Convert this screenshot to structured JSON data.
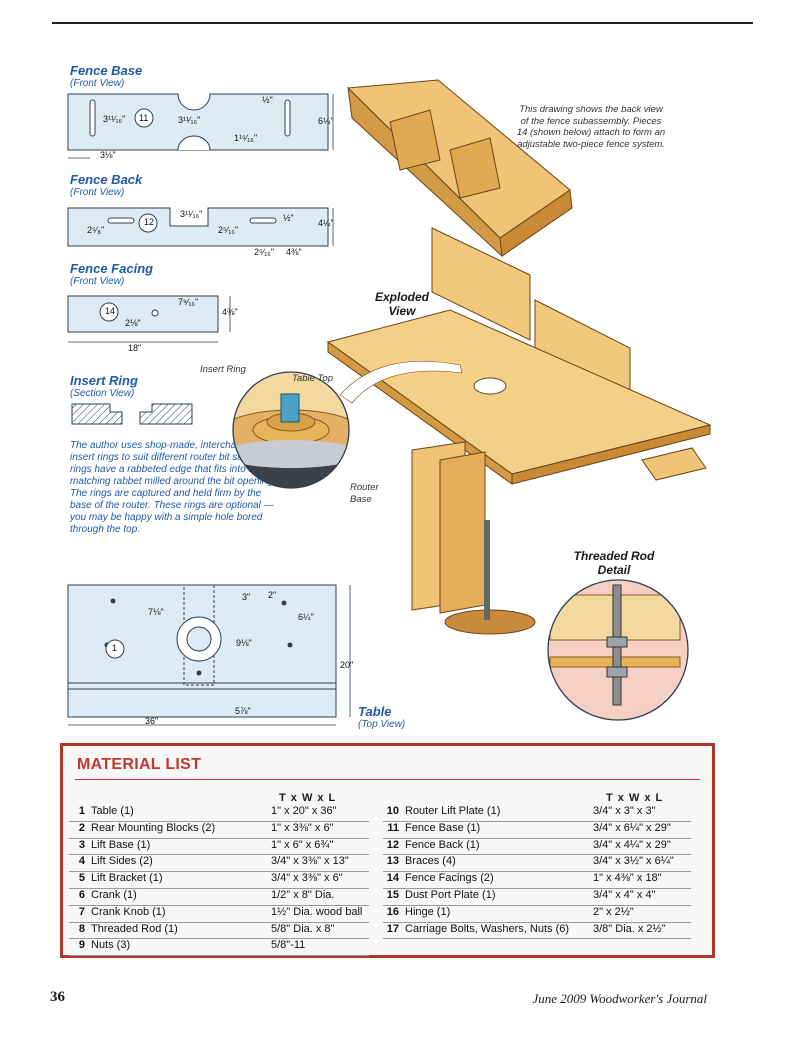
{
  "header": {
    "page_number": "36",
    "issue": "June 2009  Woodworker's Journal"
  },
  "diagrams": {
    "fence_base": {
      "title": "Fence Base",
      "view": "(Front View)",
      "dims": [
        "3¹¹⁄₁₆\"",
        "3¹¹⁄₁₆\"",
        "½\"",
        "6¼\"",
        "1¹⁵⁄₁₆\"",
        "3⅛\""
      ],
      "part": "11"
    },
    "fence_back": {
      "title": "Fence Back",
      "view": "(Front View)",
      "dims": [
        "3¹¹⁄₁₆\"",
        "½\"",
        "4¼\"",
        "2⁵⁄₈\"",
        "2⁵⁄₁₆\"",
        "2⁵⁄₁₆\"",
        "4⅜\""
      ],
      "part": "12"
    },
    "fence_facing": {
      "title": "Fence Facing",
      "view": "(Front View)",
      "dims": [
        "7⁹⁄₁₆\"",
        "4⅜\"",
        "2⅛\"",
        "18\""
      ],
      "part": "14"
    },
    "insert_ring": {
      "title": "Insert Ring",
      "view": "(Section View)",
      "caption": "The author uses shop-made, interchangeable insert rings to suit different router bit sizes. The rings have a rabbeted edge that fits into a matching rabbet milled around the bit opening. The rings are captured and held firm by the base of the router. These rings are optional — you may be happy with a simple hole bored through the top.",
      "callouts": {
        "insert_ring": "Insert Ring",
        "table_top": "Table Top",
        "router_base": "Router Base"
      }
    },
    "table": {
      "title": "Table",
      "view": "(Top View)",
      "dims": [
        "3\"",
        "2\"",
        "6¼\"",
        "7⅛\"",
        "9⅛\"",
        "20\"",
        "5⅞\"",
        "36\""
      ],
      "part": "1"
    },
    "exploded": {
      "title": "Exploded View",
      "caption": "This drawing shows the back view of the fence subassembly. Pieces 14 (shown below) attach to form an adjustable two-piece fence system.",
      "detail_title": "Threaded Rod Detail"
    }
  },
  "material_list": {
    "title": "MATERIAL LIST",
    "col_header": "T x W x L",
    "rows": [
      {
        "num": "1",
        "part": "Table (1)",
        "dims": "1\" x 20\" x 36\""
      },
      {
        "num": "2",
        "part": "Rear Mounting Blocks (2)",
        "dims": "1\" x 3⅜\" x 6\""
      },
      {
        "num": "3",
        "part": "Lift Base (1)",
        "dims": "1\" x 6\" x 6¾\""
      },
      {
        "num": "4",
        "part": "Lift Sides (2)",
        "dims": "3/4\" x 3⅜\" x 13\""
      },
      {
        "num": "5",
        "part": "Lift Bracket (1)",
        "dims": "3/4\" x 3⅜\" x 6\""
      },
      {
        "num": "6",
        "part": "Crank (1)",
        "dims": "1/2\" x 8\" Dia."
      },
      {
        "num": "7",
        "part": "Crank Knob (1)",
        "dims": "1½\" Dia. wood ball"
      },
      {
        "num": "8",
        "part": "Threaded Rod (1)",
        "dims": "5/8\" Dia. x 8\""
      },
      {
        "num": "9",
        "part": "Nuts (3)",
        "dims": "5/8\"-11"
      },
      {
        "num": "10",
        "part": "Router Lift Plate (1)",
        "dims": "3/4\" x 3\" x 3\""
      },
      {
        "num": "11",
        "part": "Fence Base (1)",
        "dims": "3/4\" x 6¼\" x 29\""
      },
      {
        "num": "12",
        "part": "Fence Back (1)",
        "dims": "3/4\" x 4¼\" x 29\""
      },
      {
        "num": "13",
        "part": "Braces (4)",
        "dims": "3/4\" x 3½\" x 6¼\""
      },
      {
        "num": "14",
        "part": "Fence Facings (2)",
        "dims": "1\" x 4⅜\" x 18\""
      },
      {
        "num": "15",
        "part": "Dust Port Plate (1)",
        "dims": "3/4\" x 4\" x 4\""
      },
      {
        "num": "16",
        "part": "Hinge (1)",
        "dims": "2\" x 2½\""
      },
      {
        "num": "17",
        "part": "Carriage Bolts, Washers, Nuts (6)",
        "dims": "3/8\" Dia. x 2½\""
      }
    ]
  },
  "colors": {
    "accent_red": "#b0362a",
    "diagram_blue": "#1f5aa6",
    "wood": "#e8b45a",
    "blueprint_fill": "#dcebf4"
  }
}
